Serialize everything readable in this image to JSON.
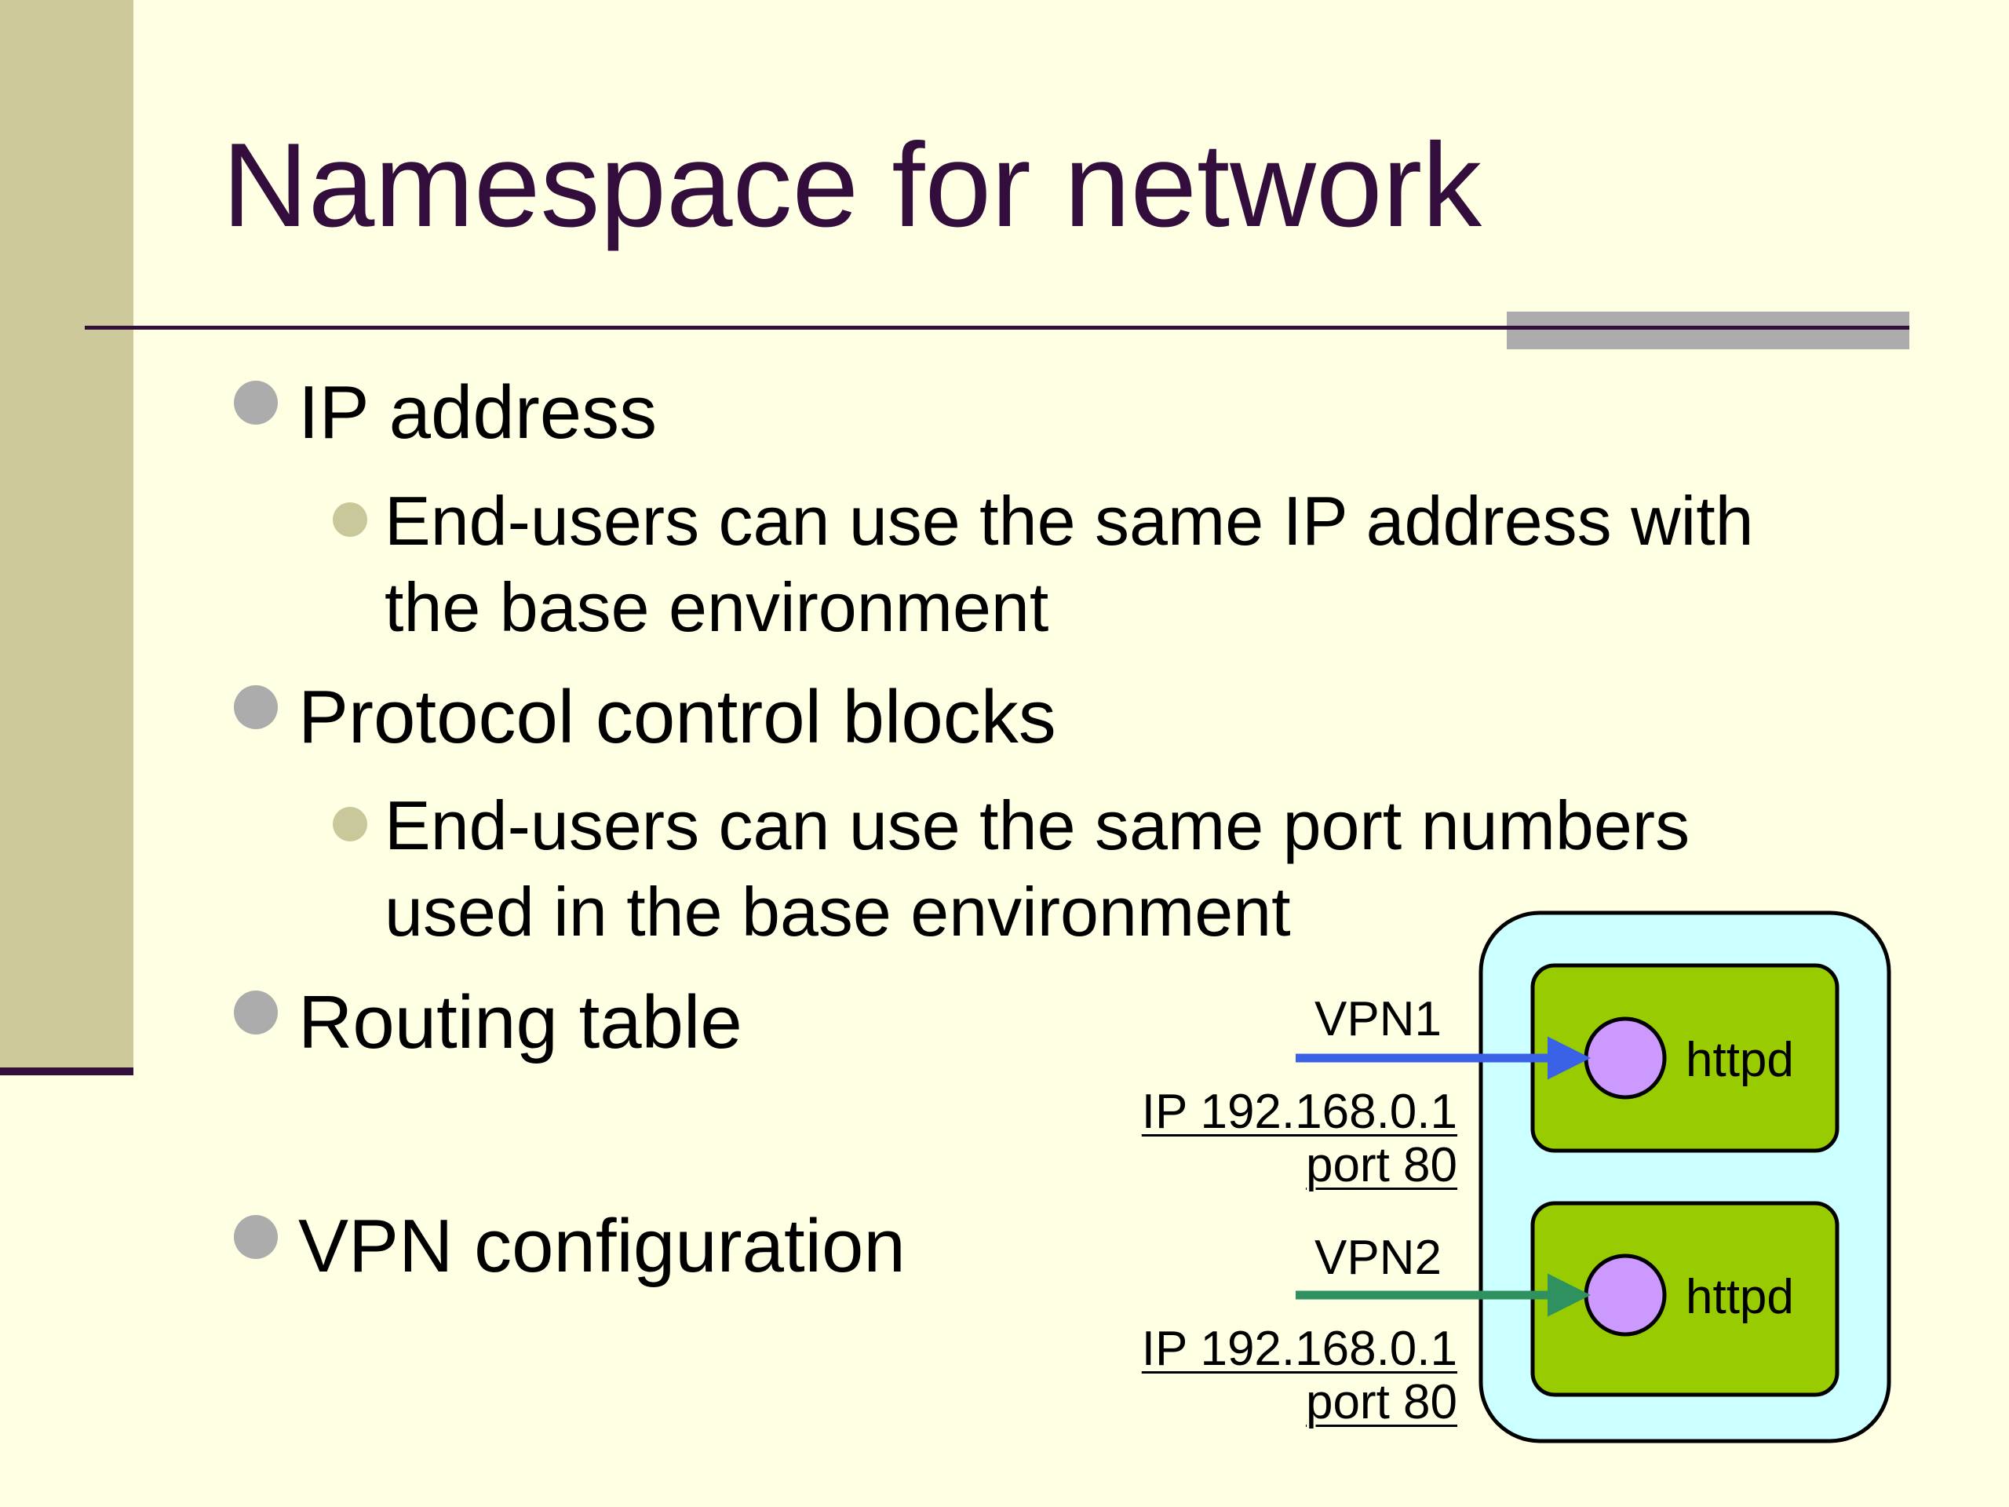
{
  "slide": {
    "title": "Namespace for network",
    "bullets": [
      {
        "text": "IP address",
        "sub": [
          "End-users can use the same IP address with",
          "the base environment"
        ]
      },
      {
        "text": "Protocol control blocks",
        "sub": [
          "End-users can use the same port numbers",
          "used in the base environment"
        ]
      },
      {
        "text": "Routing table"
      },
      {
        "text": "VPN configuration"
      }
    ]
  },
  "diagram": {
    "vpns": [
      {
        "name": "VPN1",
        "ip": "IP 192.168.0.1",
        "port": "port 80",
        "process": "httpd",
        "arrow_color": "#3a62e6"
      },
      {
        "name": "VPN2",
        "ip": "IP 192.168.0.1",
        "port": "port 80",
        "process": "httpd",
        "arrow_color": "#2f9060"
      }
    ]
  },
  "colors": {
    "background": "#ffffe4",
    "left_band": "#cdc99a",
    "title": "#330d3b",
    "container_fill": "#ccffff",
    "process_box_fill": "#99cc00",
    "process_circle_fill": "#cc99ff"
  }
}
